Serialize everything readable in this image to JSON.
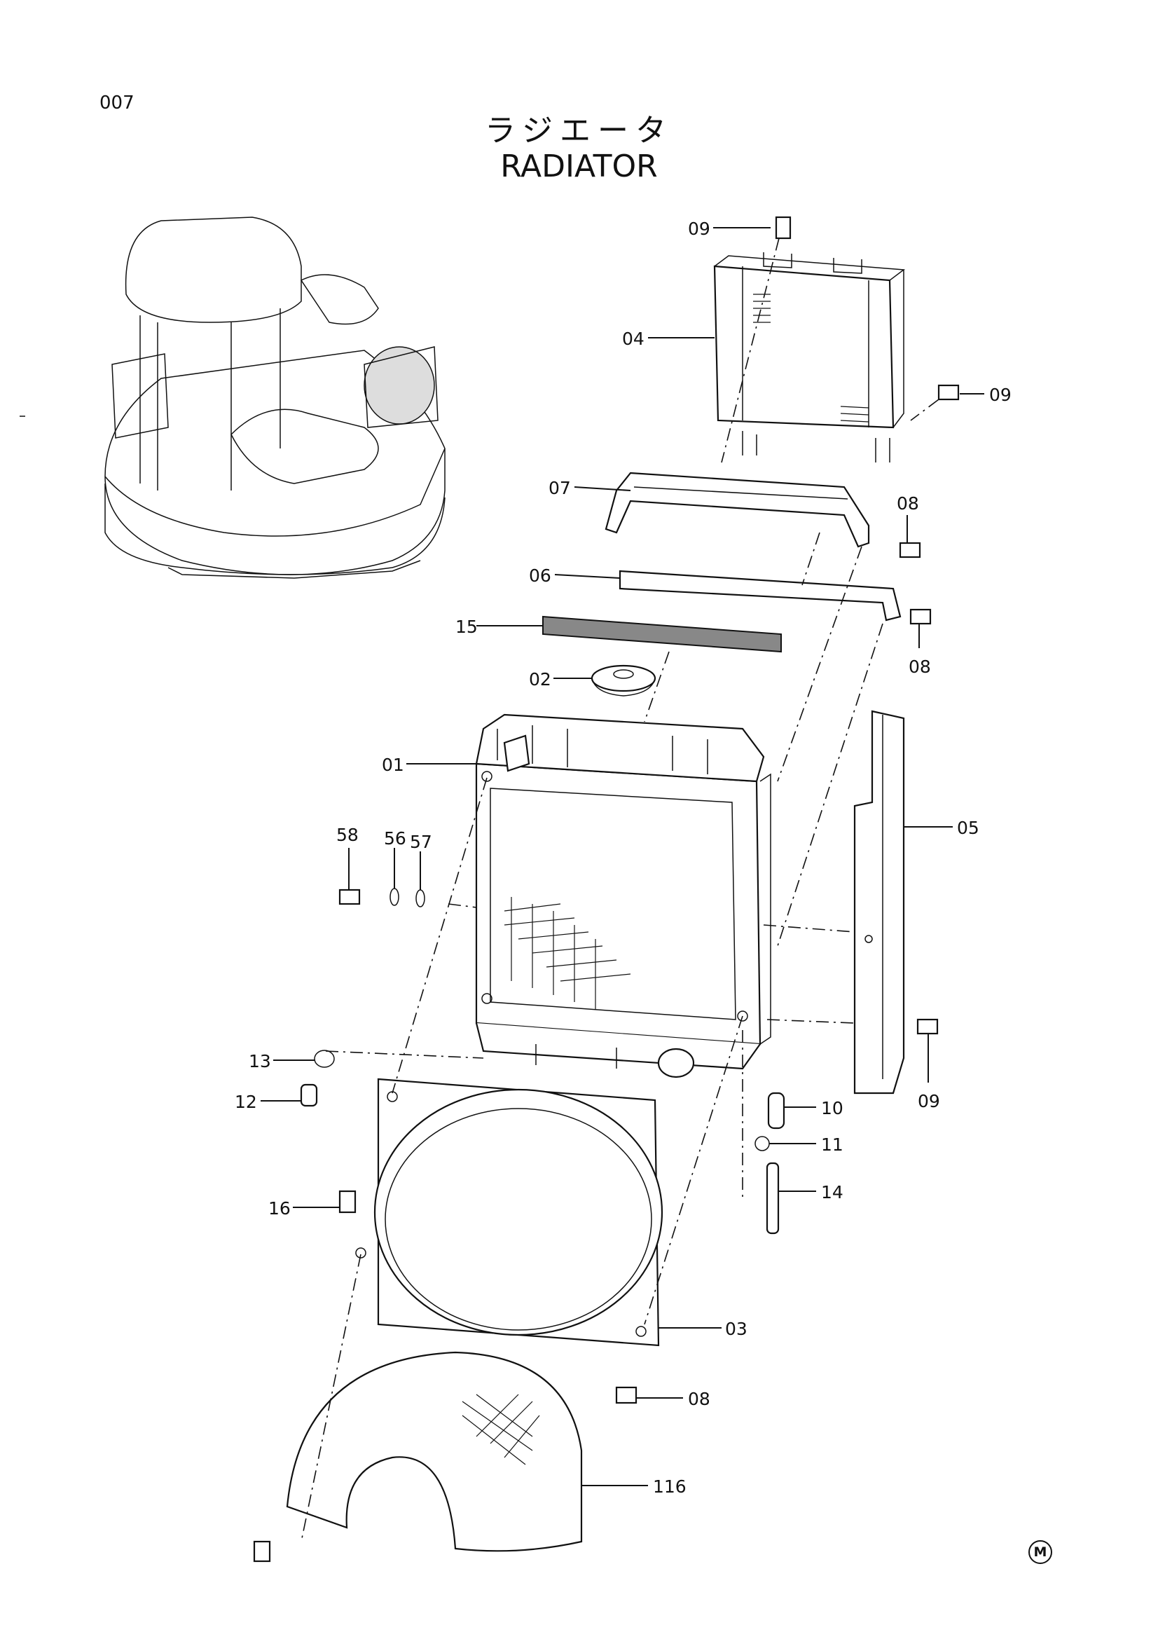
{
  "header": {
    "page_number": "007",
    "title_jp": "ラジエータ",
    "title_en": "RADIATOR"
  },
  "callouts": {
    "c01": "01",
    "c02": "02",
    "c03": "03",
    "c04": "04",
    "c05": "05",
    "c06": "06",
    "c07": "07",
    "c08a": "08",
    "c08b": "08",
    "c08c": "08",
    "c09a": "09",
    "c09b": "09",
    "c09c": "09",
    "c10": "10",
    "c11": "11",
    "c12": "12",
    "c13": "13",
    "c14": "14",
    "c15": "15",
    "c16": "16",
    "c56": "56",
    "c57": "57",
    "c58": "58",
    "c116": "116"
  },
  "footer": {
    "mark": "M"
  }
}
